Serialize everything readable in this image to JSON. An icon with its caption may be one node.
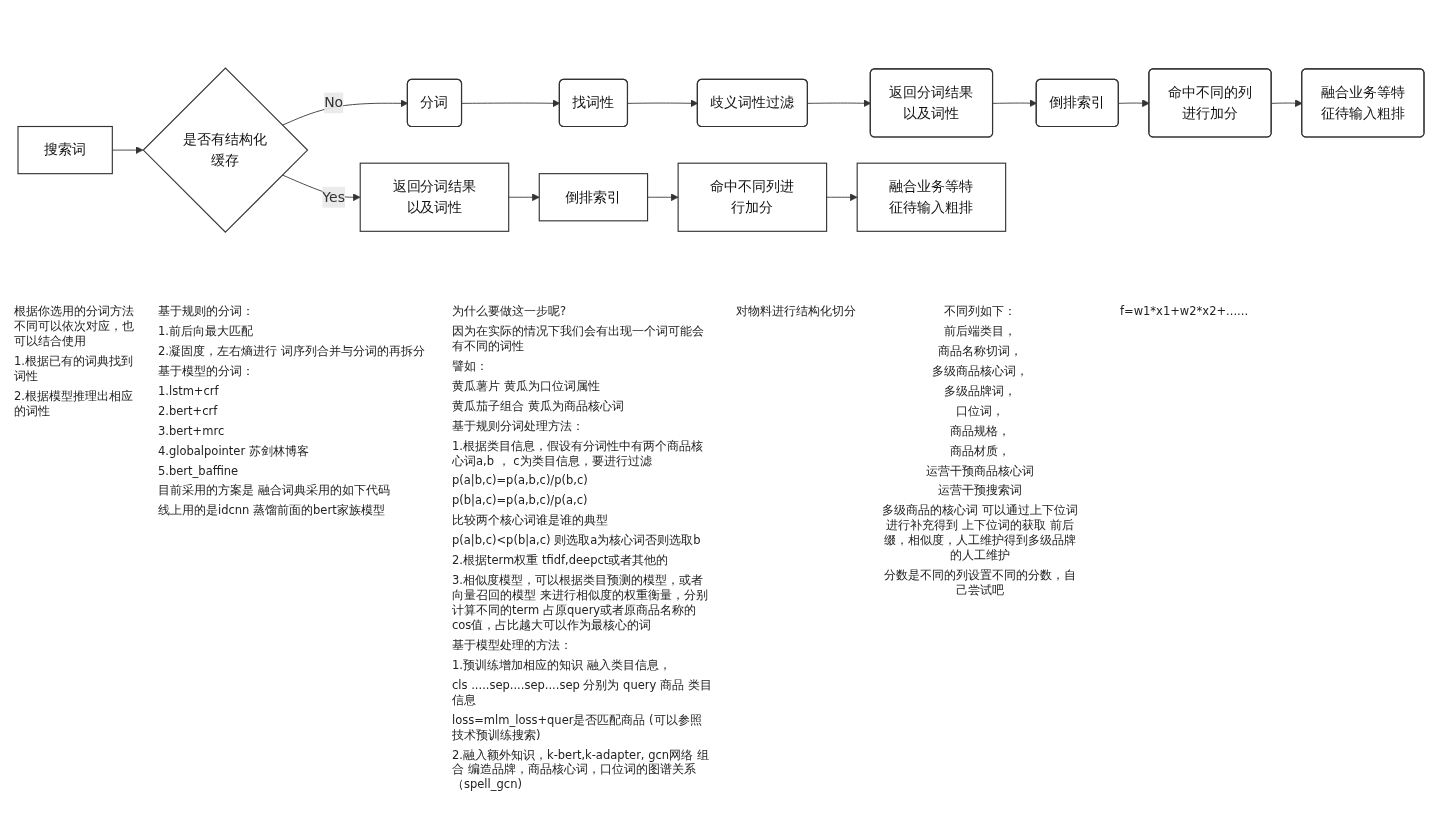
{
  "diagram": {
    "nodes": [
      {
        "text": [
          "搜索词"
        ]
      },
      {
        "text": [
          "是否有结构化缓存"
        ]
      },
      {
        "text": [
          "分词"
        ]
      },
      {
        "text": [
          "找词性"
        ]
      },
      {
        "text": [
          "歧义词性过滤"
        ]
      },
      {
        "text": [
          "返回分词结果以及词性"
        ]
      },
      {
        "text": [
          "倒排索引"
        ]
      },
      {
        "text": [
          "命中不同的列进行加分"
        ]
      },
      {
        "text": [
          "融合业务等特征待输入粗排"
        ]
      },
      {
        "text": [
          "返回分词结果以及词性"
        ]
      },
      {
        "text": [
          "倒排索引"
        ]
      },
      {
        "text": [
          "命中不同列进行加分"
        ]
      },
      {
        "text": [
          "融合业务等特征待输入粗排"
        ]
      }
    ],
    "edges": [
      {
        "from": 0,
        "to": 1,
        "arrow": "to"
      },
      {
        "from": 1,
        "to": 2,
        "arrow": "to",
        "label": "No"
      },
      {
        "from": 2,
        "to": 3,
        "arrow": "to"
      },
      {
        "from": 3,
        "to": 4,
        "arrow": "to"
      },
      {
        "from": 4,
        "to": 5,
        "arrow": "to"
      },
      {
        "from": 5,
        "to": 6,
        "arrow": "to"
      },
      {
        "from": 6,
        "to": 7,
        "arrow": "to"
      },
      {
        "from": 7,
        "to": 8,
        "arrow": "to"
      },
      {
        "from": 1,
        "to": 9,
        "arrow": "to",
        "label": "Yes"
      },
      {
        "from": 9,
        "to": 10,
        "arrow": "to"
      },
      {
        "from": 10,
        "to": 11,
        "arrow": "to"
      },
      {
        "from": 11,
        "to": 12,
        "arrow": "to"
      }
    ],
    "labels": [
      "根据你选用的分词方法不同可以依次对应，也可以结合使用",
      "1.根据已有的词典找到词性",
      "2.根据模型推理出相应的词性",
      "基于规则的分词：",
      "1.前后向最大匹配",
      "2.凝固度，左右熵进行 词序列合并与分词的再拆分",
      "基于模型的分词：",
      "1.lstm+crf",
      "2.bert+crf",
      "3.bert+mrc",
      "4.globalpointer 苏剑林博客",
      "5.bert_baffine",
      "目前采用的方案是 融合词典采用的如下代码",
      "线上用的是idcnn 蒸馏前面的bert家族模型",
      "为什么要做这一步呢?",
      "因为在实际的情况下我们会有出现一个词可能会有不同的词性",
      "譬如：",
      "黄瓜薯片  黄瓜为口位词属性",
      "黄瓜茄子组合  黄瓜为商品核心词",
      "基于规则分词处理方法：",
      "1.根据类目信息，假设有分词性中有两个商品核心词a,b ， c为类目信息，要进行过滤",
      "p(a|b,c)=p(a,b,c)/p(b,c)",
      "p(b|a,c)=p(a,b,c)/p(a,c)",
      "比较两个核心词谁是谁的典型",
      "p(a|b,c)<p(b|a,c) 则选取a为核心词否则选取b",
      "2.根据term权重  tfidf,deepct或者其他的",
      "3.相似度模型，可以根据类目预测的模型，或者向量召回的模型 来进行相似度的权重衡量，分别计算不同的term 占原query或者原商品名称的cos值，占比越大可以作为最核心的词",
      "基于模型处理的方法：",
      "1.预训练增加相应的知识   融入类目信息，",
      "cls .....sep....sep....sep   分别为 query  商品 类目信息",
      "loss=mlm_loss+quer是否匹配商品     (可以参照技术预训练搜索)",
      "2.融入额外知识，k-bert,k-adapter, gcn网络 组合 编造品牌，商品核心词，口位词的图谱关系（spell_gcn)",
      "对物料进行结构化切分",
      "不同列如下：",
      "前后端类目，",
      "商品名称切词，",
      "多级商品核心词，",
      "多级品牌词，",
      "口位词，",
      "商品规格，",
      "商品材质，",
      "运营干预商品核心词",
      "运营干预搜索词",
      "多级商品的核心词 可以通过上下位词进行补充得到  上下位词的获取 前后缀，相似度，人工维护得到多级品牌的人工维护",
      "分数是不同的列设置不同的分数，自己尝试吧",
      "f=w1*x1+w2*x2+......"
    ]
  }
}
